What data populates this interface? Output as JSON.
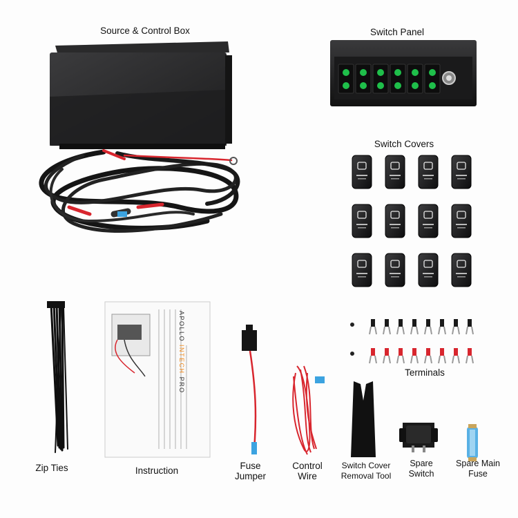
{
  "labels": {
    "source_control_box": "Source & Control Box",
    "switch_panel": "Switch Panel",
    "switch_covers": "Switch Covers",
    "terminals": "Terminals",
    "zip_ties": "Zip Ties",
    "instruction": "Instruction",
    "fuse_jumper": "Fuse\nJumper",
    "control_wire": "Control\nWire",
    "switch_cover_removal_tool": "Switch Cover\nRemoval Tool",
    "spare_switch": "Spare\nSwitch",
    "spare_main_fuse": "Spare Main\nFuse"
  },
  "manual": {
    "brand_prefix": "APOLLO",
    "brand_accent": "INTECH",
    "brand_suffix": "PRO"
  },
  "colors": {
    "switch_green": "#1fbf4a",
    "wire_red": "#d8262e",
    "brand_orange": "#f08a1c",
    "fuse_blue": "#3ca3e0"
  },
  "switch_panel": {
    "rocker_count": 6
  },
  "switch_covers": {
    "rows": 3,
    "columns": 4
  }
}
